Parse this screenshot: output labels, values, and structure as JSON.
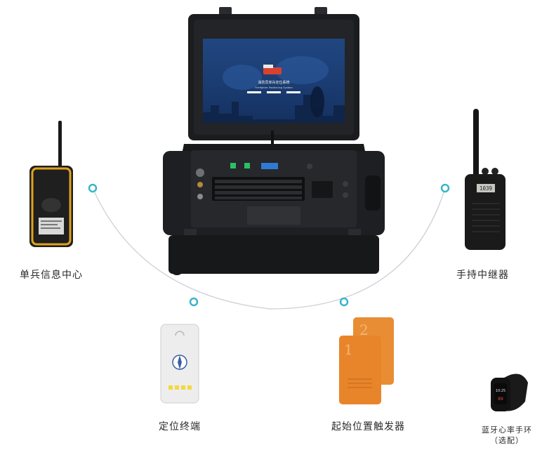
{
  "labels": {
    "soldier_center": "单兵信息中心",
    "handheld_repeater": "手持中继器",
    "positioning_terminal": "定位终端",
    "start_trigger": "起始位置触发器",
    "heart_band_line1": "蓝牙心率手环",
    "heart_band_line2": "（选配）"
  },
  "screen_text": {
    "title": "消防员单兵定位系统",
    "subtitle": "Firefighter Positioning System"
  },
  "radio_display": "1039",
  "trigger_numbers": [
    "2",
    "1"
  ],
  "watch_display": [
    "10:25",
    "89"
  ],
  "icons": {
    "main_unit": "rugged-case-laptop-icon",
    "soldier_center": "rugged-phone-icon",
    "handheld_repeater": "walkie-talkie-icon",
    "positioning_terminal": "beacon-tag-icon",
    "start_trigger": "orange-trigger-pad-icon",
    "heart_band": "smart-band-icon"
  },
  "colors": {
    "arc": "#cfd3d8",
    "node": "#3bb4c9",
    "case": "#1b1c1e",
    "phone_accent": "#e0a21e",
    "trigger_orange": "#e8852a",
    "screen_blue": "#1c3f77"
  }
}
